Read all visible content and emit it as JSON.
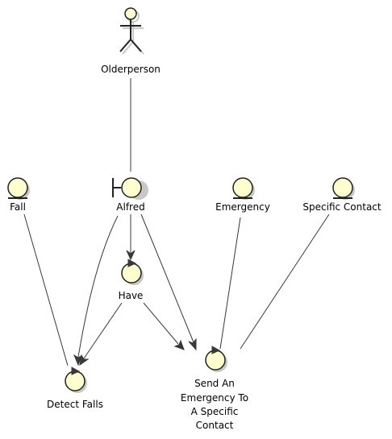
{
  "diagram": {
    "actor": {
      "label": "Olderperson"
    },
    "boundary": {
      "label": "Alfred"
    },
    "entities": {
      "fall": {
        "label": "Fall"
      },
      "emergency": {
        "label": "Emergency"
      },
      "specific_contact": {
        "label": "Specific Contact"
      }
    },
    "controls": {
      "have": {
        "label": "Have"
      },
      "detect_falls": {
        "label": "Detect Falls"
      },
      "send_emergency": {
        "lines": [
          "Send An",
          "Emergency To",
          "A Specific",
          "Contact"
        ]
      }
    },
    "colors": {
      "fill": "#fefece",
      "stroke": "#222222",
      "edge": "#383838"
    }
  }
}
